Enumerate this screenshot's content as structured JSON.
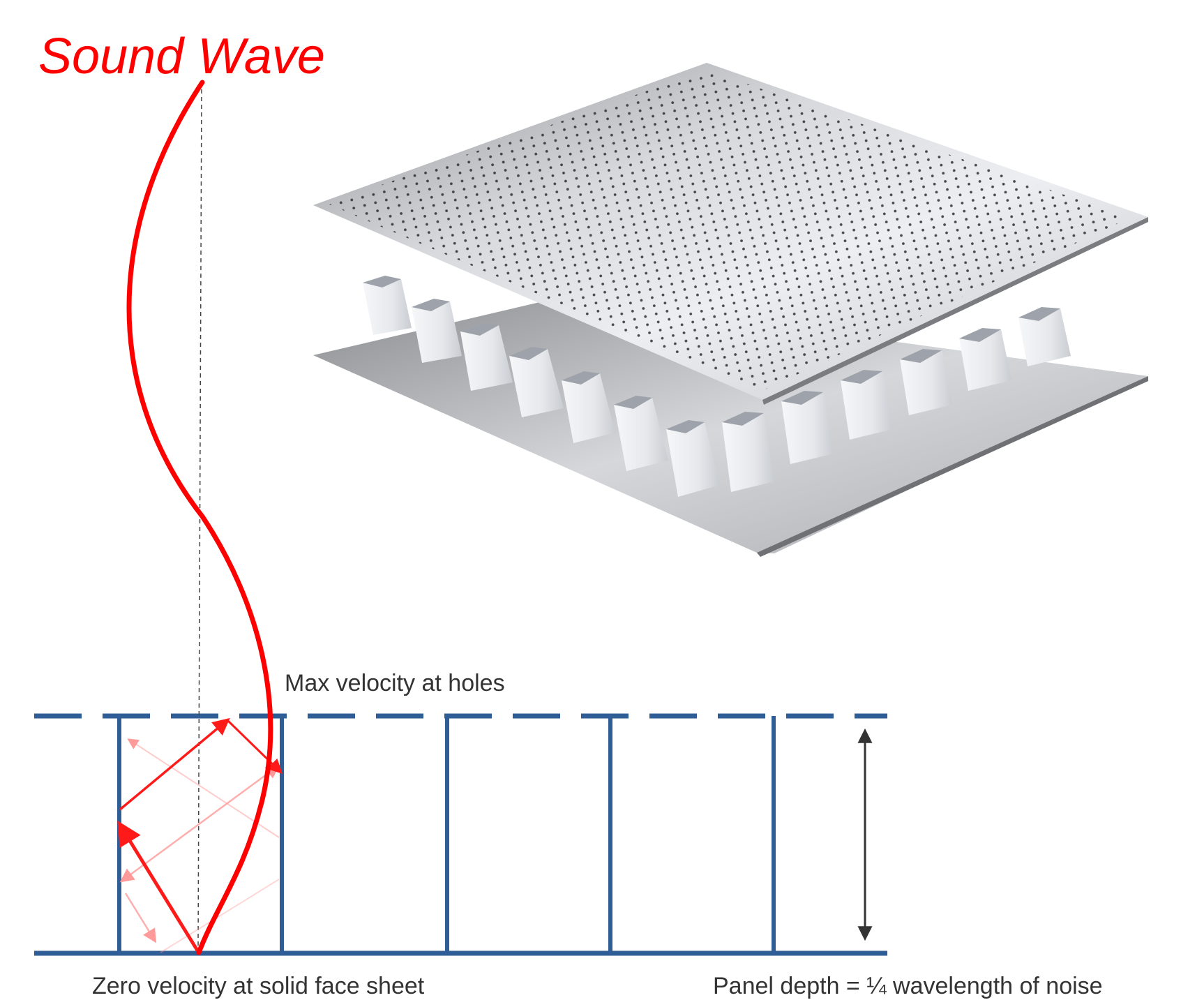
{
  "title": "Sound Wave",
  "labels": {
    "max_velocity": "Max velocity at holes",
    "zero_velocity": "Zero velocity at solid face sheet",
    "panel_depth": "Panel depth = ¼ wavelength of noise"
  },
  "colors": {
    "wave": "#ff0000",
    "structure": "#2e5e95",
    "depth_arrow": "#333333",
    "text": "#333333",
    "panel_light": "#e2e4e8",
    "panel_dark": "#9a9ca0",
    "honeycomb": "#e9ebef"
  }
}
